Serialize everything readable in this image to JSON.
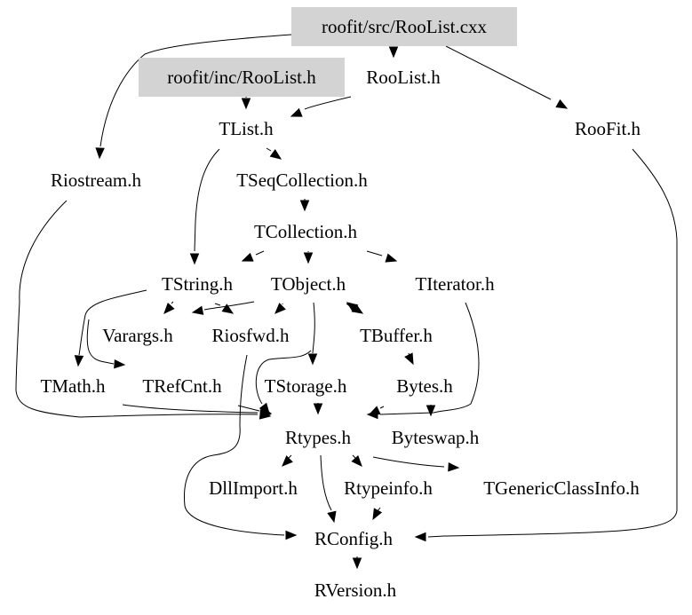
{
  "graph": {
    "type": "include-dependency-graph",
    "colors": {
      "highlight_fill": "#d3d3d3",
      "edge": "#000000",
      "text": "#000000",
      "background": "#ffffff"
    },
    "nodes": [
      {
        "id": "roolist_cxx",
        "label": "roofit/src/RooList.cxx",
        "highlighted": true
      },
      {
        "id": "roolist_inc",
        "label": "roofit/inc/RooList.h",
        "highlighted": true
      },
      {
        "id": "roolist_h",
        "label": "RooList.h",
        "highlighted": false
      },
      {
        "id": "tlist",
        "label": "TList.h",
        "highlighted": false
      },
      {
        "id": "roofit",
        "label": "RooFit.h",
        "highlighted": false
      },
      {
        "id": "riostream",
        "label": "Riostream.h",
        "highlighted": false
      },
      {
        "id": "tseqcollection",
        "label": "TSeqCollection.h",
        "highlighted": false
      },
      {
        "id": "tcollection",
        "label": "TCollection.h",
        "highlighted": false
      },
      {
        "id": "tstring",
        "label": "TString.h",
        "highlighted": false
      },
      {
        "id": "tobject",
        "label": "TObject.h",
        "highlighted": false
      },
      {
        "id": "titerator",
        "label": "TIterator.h",
        "highlighted": false
      },
      {
        "id": "varargs",
        "label": "Varargs.h",
        "highlighted": false
      },
      {
        "id": "riosfwd",
        "label": "Riosfwd.h",
        "highlighted": false
      },
      {
        "id": "tbuffer",
        "label": "TBuffer.h",
        "highlighted": false
      },
      {
        "id": "tmath",
        "label": "TMath.h",
        "highlighted": false
      },
      {
        "id": "trefcnt",
        "label": "TRefCnt.h",
        "highlighted": false
      },
      {
        "id": "tstorage",
        "label": "TStorage.h",
        "highlighted": false
      },
      {
        "id": "bytes",
        "label": "Bytes.h",
        "highlighted": false
      },
      {
        "id": "rtypes",
        "label": "Rtypes.h",
        "highlighted": false
      },
      {
        "id": "byteswap",
        "label": "Byteswap.h",
        "highlighted": false
      },
      {
        "id": "dllimport",
        "label": "DllImport.h",
        "highlighted": false
      },
      {
        "id": "rtypeinfo",
        "label": "Rtypeinfo.h",
        "highlighted": false
      },
      {
        "id": "tgenericclassinfo",
        "label": "TGenericClassInfo.h",
        "highlighted": false
      },
      {
        "id": "rconfig",
        "label": "RConfig.h",
        "highlighted": false
      },
      {
        "id": "rversion",
        "label": "RVersion.h",
        "highlighted": false
      }
    ],
    "edges": [
      {
        "from": "roolist_cxx",
        "to": "roolist_h"
      },
      {
        "from": "roolist_cxx",
        "to": "riostream"
      },
      {
        "from": "roolist_cxx",
        "to": "roofit"
      },
      {
        "from": "roolist_inc",
        "to": "tlist"
      },
      {
        "from": "roolist_h",
        "to": "tlist"
      },
      {
        "from": "tlist",
        "to": "tseqcollection"
      },
      {
        "from": "tlist",
        "to": "tstring"
      },
      {
        "from": "tseqcollection",
        "to": "tcollection"
      },
      {
        "from": "tcollection",
        "to": "tstring"
      },
      {
        "from": "tcollection",
        "to": "tobject"
      },
      {
        "from": "tcollection",
        "to": "titerator"
      },
      {
        "from": "tstring",
        "to": "varargs"
      },
      {
        "from": "tstring",
        "to": "riosfwd"
      },
      {
        "from": "tstring",
        "to": "tmath"
      },
      {
        "from": "tstring",
        "to": "trefcnt"
      },
      {
        "from": "tobject",
        "to": "varargs"
      },
      {
        "from": "tobject",
        "to": "riosfwd"
      },
      {
        "from": "tobject",
        "to": "tbuffer"
      },
      {
        "from": "tobject",
        "to": "tstorage"
      },
      {
        "from": "tobject",
        "to": "rtypes"
      },
      {
        "from": "tbuffer",
        "to": "tobject"
      },
      {
        "from": "tbuffer",
        "to": "bytes"
      },
      {
        "from": "titerator",
        "to": "rtypes"
      },
      {
        "from": "riostream",
        "to": "rtypes"
      },
      {
        "from": "riosfwd",
        "to": "rconfig"
      },
      {
        "from": "tmath",
        "to": "rtypes"
      },
      {
        "from": "trefcnt",
        "to": "rtypes"
      },
      {
        "from": "tstorage",
        "to": "rtypes"
      },
      {
        "from": "bytes",
        "to": "rtypes"
      },
      {
        "from": "bytes",
        "to": "byteswap"
      },
      {
        "from": "rtypes",
        "to": "dllimport"
      },
      {
        "from": "rtypes",
        "to": "rtypeinfo"
      },
      {
        "from": "rtypes",
        "to": "tgenericclassinfo"
      },
      {
        "from": "rtypes",
        "to": "rconfig"
      },
      {
        "from": "rtypeinfo",
        "to": "rconfig"
      },
      {
        "from": "roofit",
        "to": "rconfig"
      },
      {
        "from": "rconfig",
        "to": "rversion"
      }
    ]
  }
}
